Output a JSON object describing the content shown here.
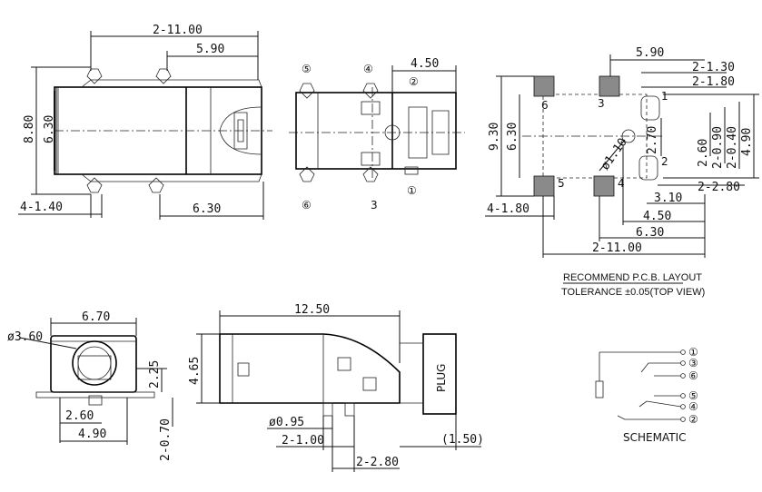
{
  "top_view": {
    "dim_total_width": "2-11.00",
    "dim_pin_spacing": "5.90",
    "dim_height_outer": "8.80",
    "dim_height_inner": "6.30",
    "dim_left_offset": "4-1.40",
    "dim_bottom_spacing": "6.30"
  },
  "pin_view": {
    "dim_width": "4.50",
    "pin_labels": [
      "⑤",
      "④",
      "②",
      "⑥",
      "3",
      "①"
    ]
  },
  "pcb_layout": {
    "dim_top_spacing": "5.90",
    "dim_hole_a": "2-1.30",
    "dim_hole_b": "2-1.80",
    "dim_height_outer": "9.30",
    "dim_height_inner": "6.30",
    "dim_hole_dia": "ø1.10",
    "dim_v1": "2.70",
    "dim_v2": "2.60",
    "dim_v3": "2-0.90",
    "dim_v4": "2-0.40",
    "dim_v5": "4.90",
    "dim_slot": "2-2.80",
    "dim_h1": "3.10",
    "dim_h2": "4.50",
    "dim_h3": "6.30",
    "dim_total": "2-11.00",
    "dim_left": "4-1.80",
    "pad_labels": [
      "6",
      "3",
      "1",
      "2",
      "5",
      "4"
    ],
    "caption_title": "RECOMMEND P.C.B. LAYOUT",
    "caption_tolerance": "TOLERANCE ±0.05(TOP VIEW)"
  },
  "front_view": {
    "dim_hole": "ø3.60",
    "dim_width": "6.70",
    "dim_height": "2.25",
    "dim_small": "2.60",
    "dim_base": "4.90",
    "dim_leg": "2-0.70"
  },
  "side_view": {
    "dim_length": "12.50",
    "dim_height": "4.65",
    "dim_pin_dia": "ø0.95",
    "dim_pin_w": "2-1.00",
    "dim_pin_len": "2-2.80",
    "dim_plug_offset": "(1.50)",
    "plug_label": "PLUG"
  },
  "schematic": {
    "title": "SCHEMATIC",
    "pins": [
      "①",
      "③",
      "⑥",
      "⑤",
      "④",
      "②"
    ]
  }
}
